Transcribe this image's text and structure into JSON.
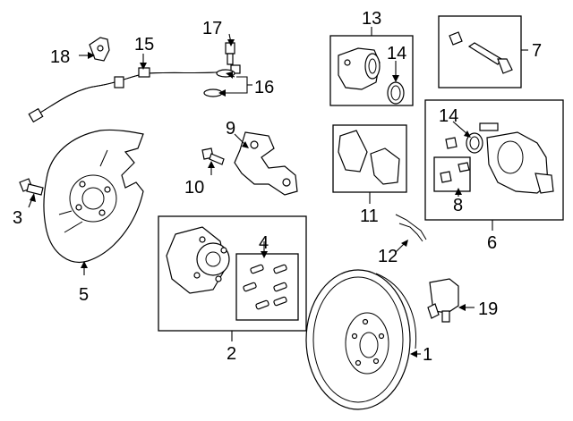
{
  "diagram": {
    "callouts": {
      "c1": "1",
      "c2": "2",
      "c3": "3",
      "c4": "4",
      "c5": "5",
      "c6": "6",
      "c7": "7",
      "c8": "8",
      "c9": "9",
      "c10": "10",
      "c11": "11",
      "c12": "12",
      "c13": "13",
      "c14a": "14",
      "c14b": "14",
      "c15": "15",
      "c16": "16",
      "c17": "17",
      "c18": "18",
      "c19": "19"
    }
  }
}
